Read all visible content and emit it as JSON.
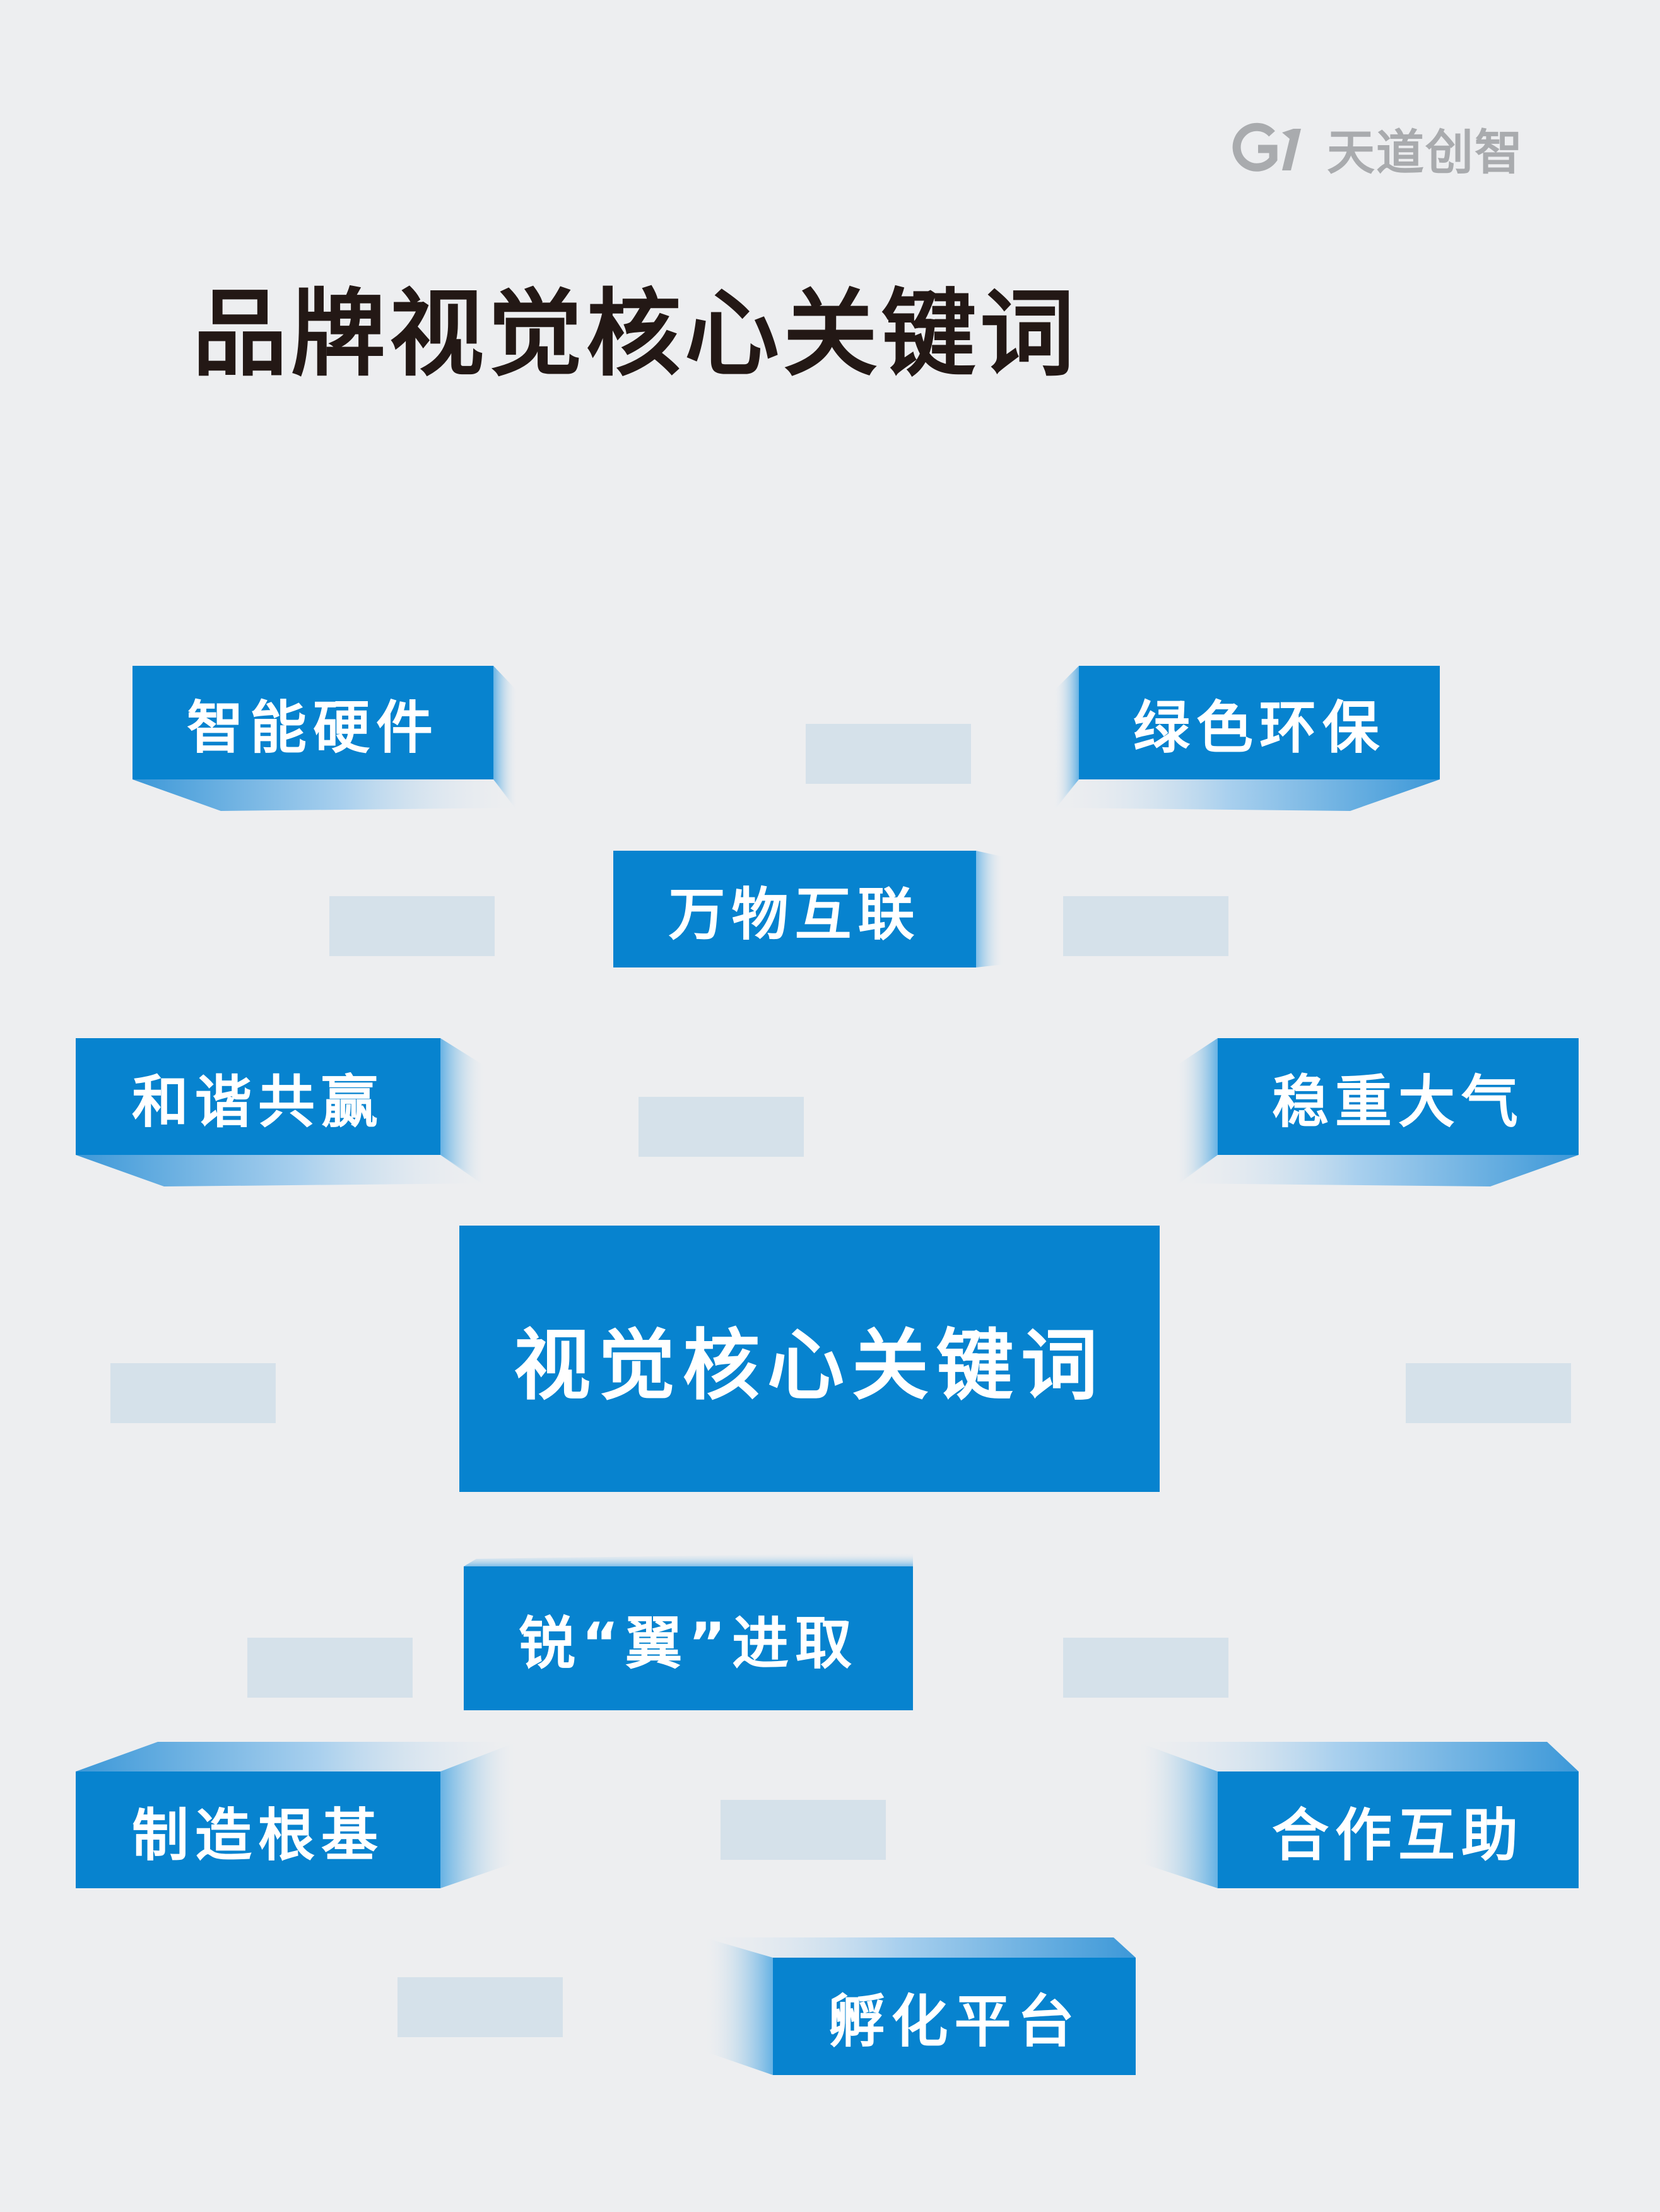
{
  "brand": {
    "logo_icon": "g1-logo-icon",
    "logo_text": "G1",
    "name": "天道创智"
  },
  "title": "品牌视觉核心关键词",
  "colors": {
    "background": "#edeef0",
    "keyword_fill": "#0783cf",
    "keyword_text": "#ffffff",
    "title_text": "#231815",
    "chip": "#d5e1ea",
    "brand_gray": "#a9abae"
  },
  "center_keyword": "视觉核心关键词",
  "keywords": [
    "智能硬件",
    "绿色环保",
    "万物互联",
    "和谐共赢",
    "稳重大气",
    "锐“翼”进取",
    "制造根基",
    "合作互助",
    "孵化平台"
  ]
}
